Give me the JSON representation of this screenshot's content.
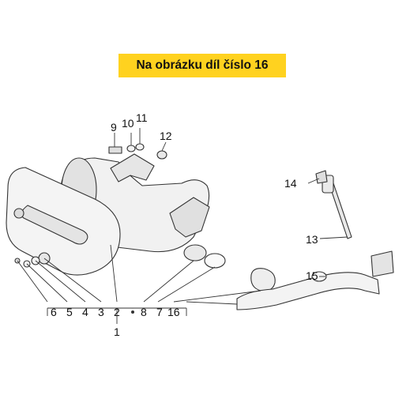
{
  "banner": {
    "text": "Na obrázku díl číslo 16",
    "color": "#ffd21f"
  },
  "callouts": {
    "n1": "1",
    "n2": "2",
    "n3": "3",
    "n4": "4",
    "n5": "5",
    "n6": "6",
    "n7": "7",
    "n8": "8",
    "n9": "9",
    "n10": "10",
    "n11": "11",
    "n12": "12",
    "n13": "13",
    "n14": "14",
    "n15": "15",
    "n16": "16"
  },
  "colors": {
    "line": "#333333",
    "part_fill": "#f1f1f1",
    "shade": "#d6d6d6"
  }
}
